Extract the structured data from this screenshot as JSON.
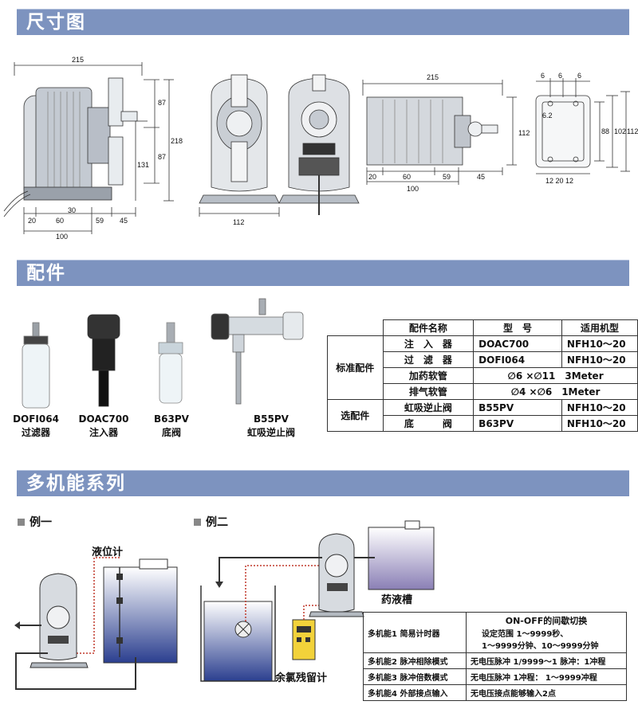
{
  "sections": {
    "dimensions": "尺寸图",
    "accessories": "配件",
    "multi": "多机能系列"
  },
  "dims": {
    "d215a": "215",
    "d87a": "87",
    "d87b": "87",
    "d218": "218",
    "d131": "131",
    "d20a": "20",
    "d60a": "60",
    "d30": "30",
    "d59a": "59",
    "d45a": "45",
    "d100a": "100",
    "d112a": "112",
    "d215b": "215",
    "d112b": "112",
    "d20b": "20",
    "d60b": "60",
    "d59b": "59",
    "d45b": "45",
    "d100b": "100",
    "d6a": "6",
    "d6b": "6",
    "d6c": "6",
    "d62": "6.2",
    "d88": "88",
    "d102": "102",
    "d112c": "112",
    "d_bottom": "12 20 12"
  },
  "parts": [
    {
      "code": "DOFI064",
      "name": "过滤器"
    },
    {
      "code": "DOAC700",
      "name": "注入器"
    },
    {
      "code": "B63PV",
      "name": "底阀"
    },
    {
      "code": "B55PV",
      "name": "虹吸逆止阀"
    }
  ],
  "table": {
    "headers": [
      "配件名称",
      "型　号",
      "适用机型"
    ],
    "group_std": "标准配件",
    "group_opt": "选配件",
    "rows": [
      {
        "name": "注　入　器",
        "model": "DOAC700",
        "fit": "NFH10～20"
      },
      {
        "name": "过　滤　器",
        "model": "DOFI064",
        "fit": "NFH10～20"
      },
      {
        "name": "加药软管",
        "spec": "∅6 ×∅11　3Meter"
      },
      {
        "name": "排气软管",
        "spec": "∅4 ×∅6　1Meter"
      },
      {
        "name": "虹吸逆止阀",
        "model": "B55PV",
        "fit": "NFH10～20"
      },
      {
        "name": "底　　　阀",
        "model": "B63PV",
        "fit": "NFH10～20"
      }
    ]
  },
  "examples": {
    "ex1": "例一",
    "ex2": "例二",
    "level_gauge": "液位计",
    "tank": "药液槽",
    "chlorine": "余氯残留计"
  },
  "functions": [
    {
      "name": "多机能1 简易计时器",
      "desc": [
        "ON-OFF的间歇切换",
        "设定范围 1～9999秒、",
        "1～9999分钟、10～9999分钟"
      ]
    },
    {
      "name": "多机能2 脉冲相除模式",
      "desc": [
        "无电压脉冲 1/9999～1 脉冲：1冲程"
      ]
    },
    {
      "name": "多机能3 脉冲倍数模式",
      "desc": [
        "无电压脉冲 1冲程： 1～9999冲程"
      ]
    },
    {
      "name": "多机能4 外部接点输入",
      "desc": [
        "无电压接点能够输入2点"
      ]
    }
  ],
  "colors": {
    "bar": "#7d93bf",
    "dot_line": "#c0392b",
    "liquid": "#2b3f8f"
  }
}
